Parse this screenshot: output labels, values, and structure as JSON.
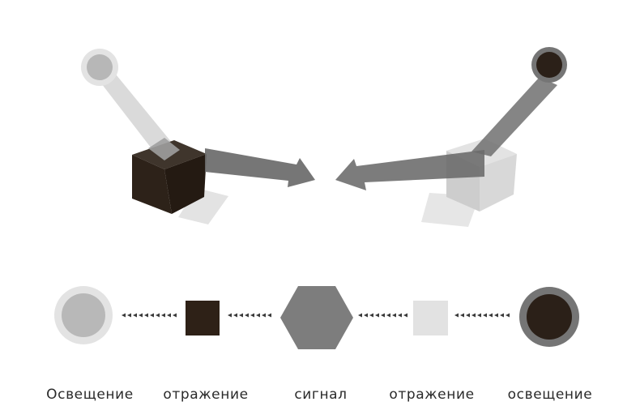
{
  "colors": {
    "dark": "#2e2117",
    "mid_gray": "#7d7d7d",
    "light_gray": "#b8b8b8",
    "pale_gray": "#e2e2e2",
    "arrow_gray": "#6e6e6e"
  },
  "legend_labels": {
    "illumination_left": "Освещение",
    "reflection_left": "отражение",
    "signal": "сигнал",
    "reflection_right": "отражение",
    "illumination_right": "освещение"
  }
}
